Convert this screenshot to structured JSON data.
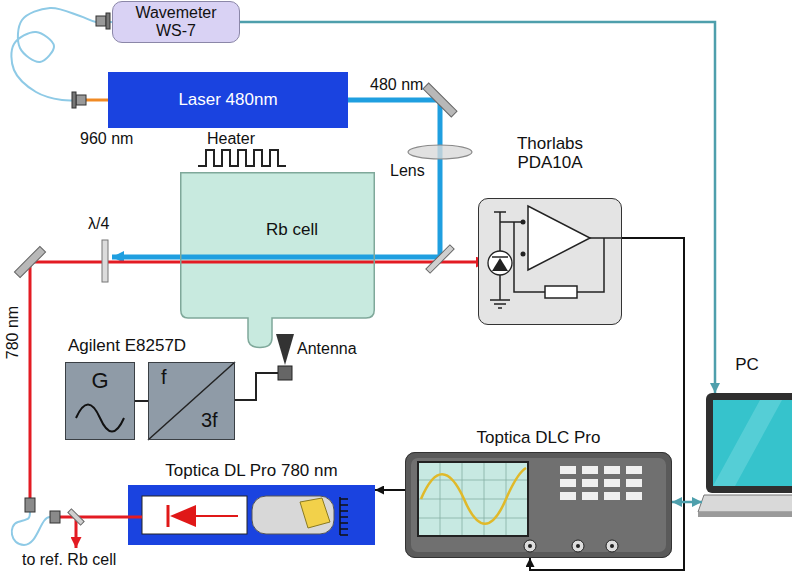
{
  "diagram": {
    "nodes": [
      {
        "text": [
          "Wavemeter WS-7"
        ]
      },
      {
        "text": [
          "Laser 480nm"
        ]
      },
      {
        "text": [
          "Rb cell"
        ]
      },
      {
        "text": [
          "Thorlabs PDA10A"
        ]
      },
      {
        "text": [
          "G"
        ]
      },
      {
        "text": [
          "f",
          "3f"
        ]
      },
      {
        "text": [
          "Toptica DL Pro 780 nm"
        ]
      },
      {
        "text": [
          "Toptica DLC Pro"
        ]
      },
      {
        "text": [
          "PC"
        ]
      }
    ],
    "edges": [
      {
        "from": 0,
        "to": 8,
        "arrow": "to"
      },
      {
        "from": 1,
        "to": 0,
        "arrow": "none"
      },
      {
        "from": 3,
        "to": 7,
        "arrow": "to"
      },
      {
        "from": 7,
        "to": 8,
        "arrow": "both"
      },
      {
        "from": 7,
        "to": 6,
        "arrow": "to"
      },
      {
        "from": 4,
        "to": 5,
        "arrow": "none"
      }
    ],
    "labels": [
      "960 nm",
      "480 nm",
      "Lens",
      "Heater",
      "λ/4",
      "780 nm",
      "Antenna",
      "Agilent E8257D",
      "to ref. Rb cell"
    ]
  }
}
